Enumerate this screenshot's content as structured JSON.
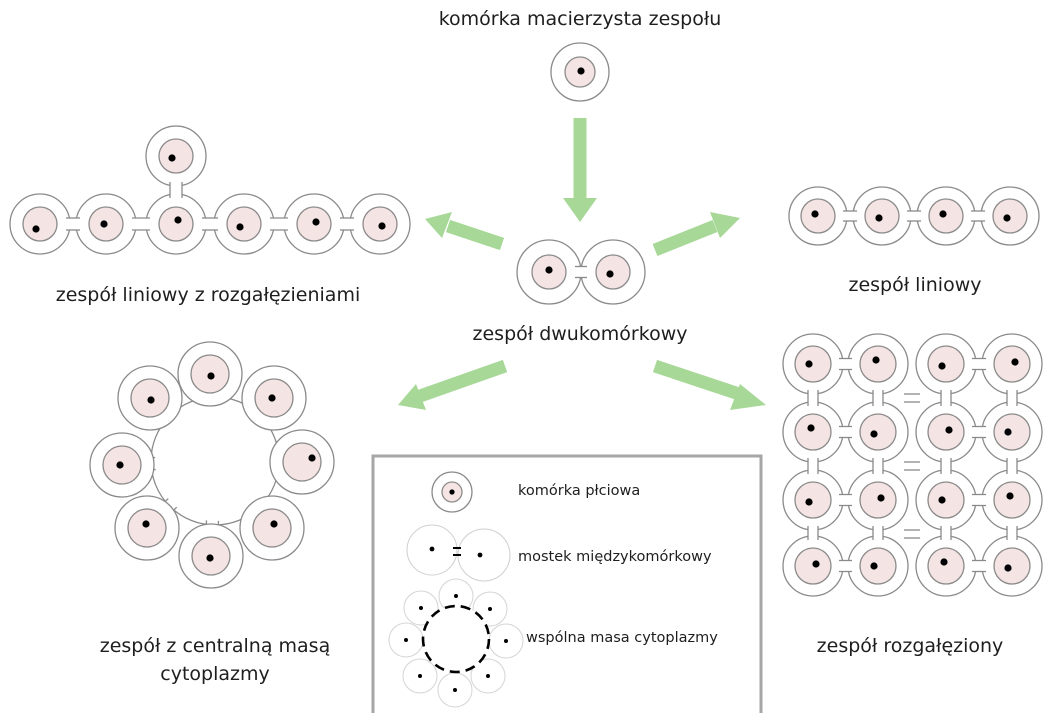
{
  "labels": {
    "top": "komórka macierzysta zespołu",
    "branched_linear": "zespół liniowy z rozgałęzieniami",
    "linear": "zespół liniowy",
    "two_cell": "zespół dwukomórkowy",
    "central_mass_line1": "zespół z centralną masą",
    "central_mass_line2": "cytoplazmy",
    "branched": "zespół rozgałęziony"
  },
  "legend": {
    "germ_cell": "komórka płciowa",
    "bridge": "mostek międzykomórkowy",
    "cytoplasm_mass": "wspólna masa cytoplazmy"
  },
  "colors": {
    "outline": "#8a8a8a",
    "cytoplasm": "#f5e4e4",
    "nucleus": "#000000",
    "arrow": "#a8d897",
    "legend_border": "#a6a6a6"
  }
}
